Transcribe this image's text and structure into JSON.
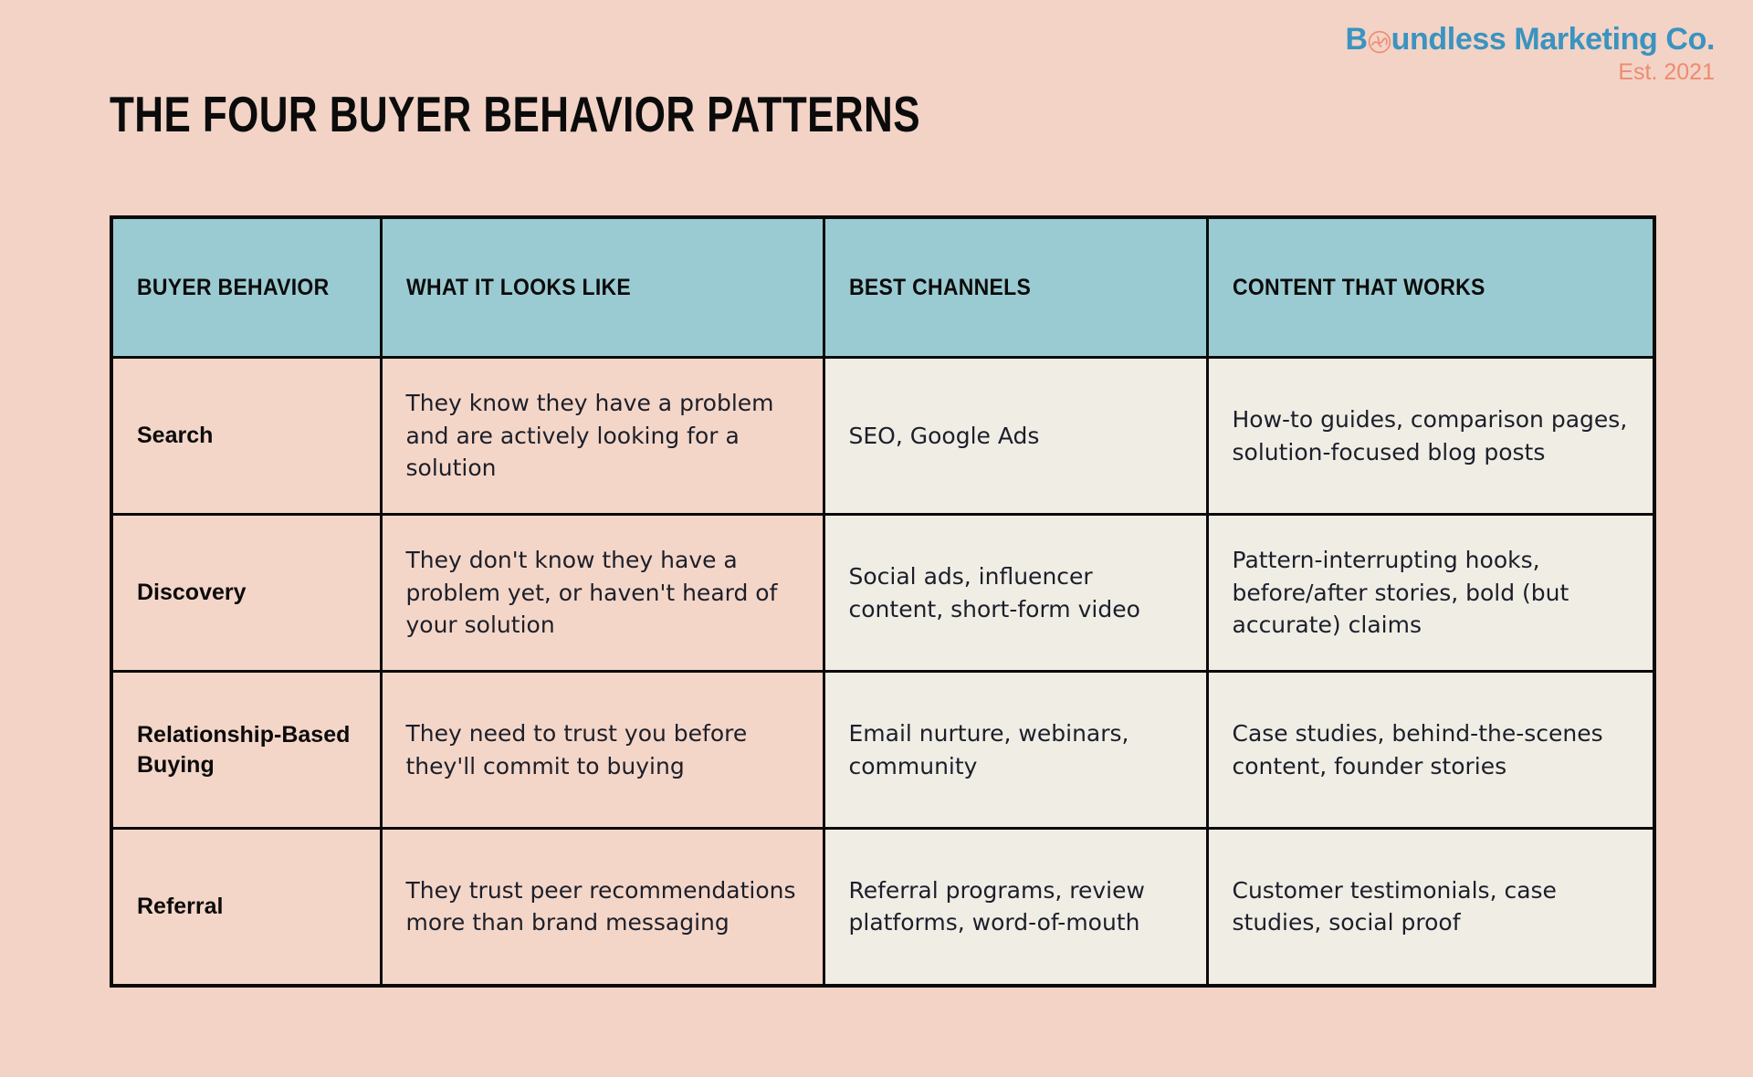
{
  "brand": {
    "name_before_mark": "B",
    "mark_icon": "circle-squiggle-icon",
    "name_after_mark": "undless Marketing Co.",
    "full_name": "Boundless Marketing Co.",
    "established": "Est. 2021",
    "brand_color": "#3B93C0",
    "accent_color": "#EE8B70"
  },
  "page": {
    "title": "The Four Buyer Behavior Patterns",
    "background_color": "#F2D3C6"
  },
  "table": {
    "header_color": "#9BCBD2",
    "peach_cell_color": "#F4D6C8",
    "cream_cell_color": "#F0EDE5",
    "columns": [
      "Buyer Behavior",
      "What It Looks Like",
      "Best Channels",
      "Content That Works"
    ],
    "rows": [
      {
        "behavior": "Search",
        "looks_like": "They know they have a problem and are actively looking for a solution",
        "channels": "SEO, Google Ads",
        "content": "How-to guides, comparison pages, solution-focused blog posts"
      },
      {
        "behavior": "Discovery",
        "looks_like": "They don't know they have a problem yet, or haven't heard of your solution",
        "channels": "Social ads, influencer content, short-form video",
        "content": "Pattern-interrupting hooks, before/after stories, bold (but accurate) claims"
      },
      {
        "behavior": "Relationship-Based Buying",
        "looks_like": "They need to trust you before they'll commit to buying",
        "channels": "Email nurture, webinars, community",
        "content": "Case studies, behind-the-scenes content, founder stories"
      },
      {
        "behavior": "Referral",
        "looks_like": "They trust peer recommendations more than brand messaging",
        "channels": "Referral programs, review platforms, word-of-mouth",
        "content": "Customer testimonials, case studies, social proof"
      }
    ]
  }
}
